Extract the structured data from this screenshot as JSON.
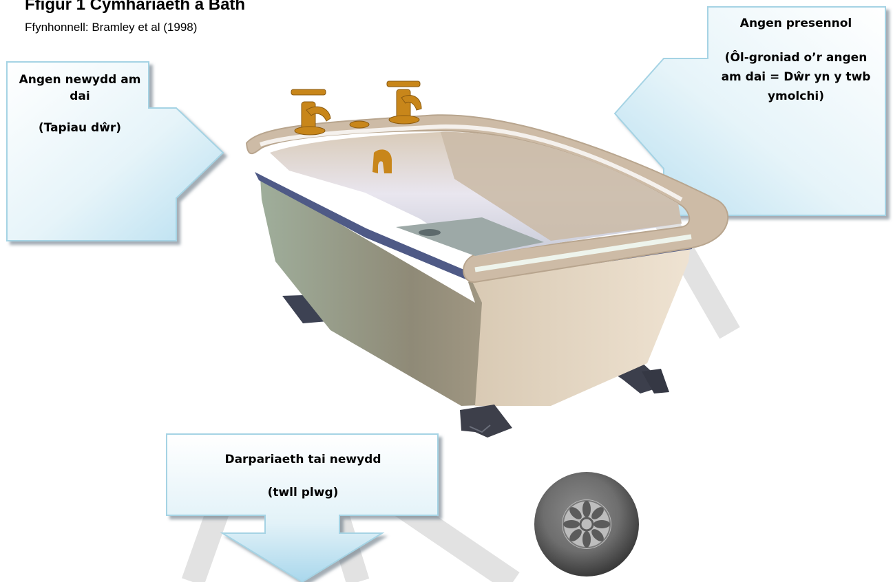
{
  "figure": {
    "title": "Ffigur 1 Cymhariaeth a Bath",
    "source": "Ffynhonnell: Bramley et al (1998)"
  },
  "callouts": {
    "left": {
      "heading": "Angen newydd am dai",
      "detail": "(Tapiau dŵr)"
    },
    "right": {
      "heading": "Angen presennol",
      "detail": "(Ôl-groniad o’r angen am dai = Dŵr yn y twb ymolchi)"
    },
    "bottom": {
      "heading": "Darpariaeth tai newydd",
      "detail": "(twll plwg)"
    }
  },
  "watermark": {
    "text": "DRAFT"
  },
  "colors": {
    "arrow_fill_light": "#ffffff",
    "arrow_fill_dark": "#b9e0ee",
    "arrow_outline": "#9fcfe0",
    "bath_outer": "#c9b9a6",
    "bath_rim": "#e6d6c3",
    "bath_interior": "#e7e6ee",
    "bath_trim": "#4f5a86",
    "tap_gold": "#c8861a"
  }
}
